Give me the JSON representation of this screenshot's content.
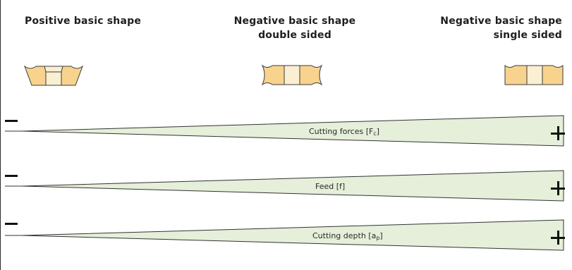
{
  "headers": {
    "positive": {
      "line1": "Positive basic shape"
    },
    "negative_double": {
      "line1": "Negative basic shape",
      "line2": "double sided"
    },
    "negative_single": {
      "line1": "Negative basic shape",
      "line2": "single sided"
    }
  },
  "wedges": [
    {
      "label": "Cutting forces [F",
      "sub": "c",
      "close": "]",
      "low": "−",
      "high": "+"
    },
    {
      "label": "Feed [f]",
      "sub": "",
      "close": "",
      "low": "−",
      "high": "+"
    },
    {
      "label": "Cutting depth [a",
      "sub": "p",
      "close": "]",
      "low": "−",
      "high": "+"
    }
  ],
  "colors": {
    "insert_fill": "#f8d38e",
    "insert_center": "#fbefd3",
    "insert_stroke": "#3b3b3b",
    "wedge_fill": "#e5efd9",
    "wedge_stroke": "#333333",
    "text": "#1e1e1e"
  }
}
